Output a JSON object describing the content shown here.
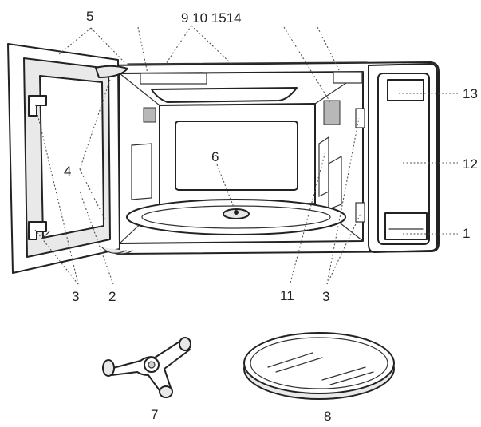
{
  "callouts": {
    "l1": "1",
    "l2": "2",
    "l3a": "3",
    "l3b": "3",
    "l4": "4",
    "l5": "5",
    "l6": "6",
    "l7": "7",
    "l8": "8",
    "l9_15_14": "9 10 1514",
    "l11": "11",
    "l12": "12",
    "l13": "13"
  }
}
